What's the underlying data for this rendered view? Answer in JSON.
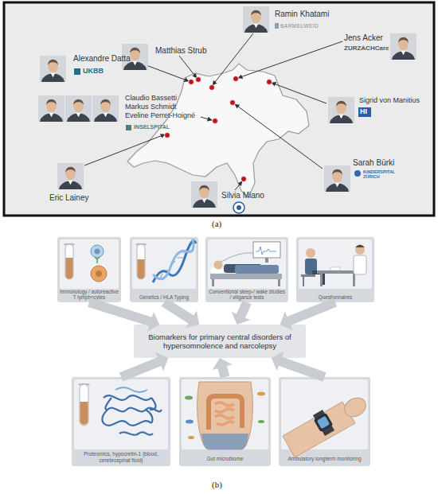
{
  "diagram": {
    "nodes": [
      {
        "text": [
          "Immunology / autoreactive T lymphocytes"
        ]
      },
      {
        "text": [
          "Genetics / HLA Typing"
        ]
      },
      {
        "text": [
          "Conventional sleep-/ wake studies / viligance tests"
        ]
      },
      {
        "text": [
          "Questionnaires"
        ]
      },
      {
        "text": [
          "Biomarkers for primary central disorders of hypersomnolence and narcolepsy"
        ]
      },
      {
        "text": [
          "Proteomics, hypocretin-1 (blood, cerebrospinal fluid)"
        ]
      },
      {
        "text": [
          "Gut microbiome"
        ]
      },
      {
        "text": [
          "Ambulatory longterm monitoring"
        ]
      }
    ],
    "edges": [
      {
        "from": 0,
        "to": 4,
        "arrow": "to"
      },
      {
        "from": 1,
        "to": 4,
        "arrow": "to"
      },
      {
        "from": 2,
        "to": 4,
        "arrow": "to"
      },
      {
        "from": 3,
        "to": 4,
        "arrow": "to"
      },
      {
        "from": 5,
        "to": 4,
        "arrow": "to"
      },
      {
        "from": 6,
        "to": 4,
        "arrow": "to"
      },
      {
        "from": 7,
        "to": 4,
        "arrow": "to"
      }
    ],
    "labels": [
      "Alexandre Datta",
      "UKBB",
      "Matthias Strub",
      "Ramin Khatami",
      "BARMELWEID",
      "Jens Acker",
      "ZURZACHCare",
      "Claudio Bassetti",
      "Markus Schmidt",
      "Eveline Perret-Hoigné",
      "INSELSPITAL",
      "Sigrid von Manitius",
      "HI",
      "Eric Lainey",
      "Sarah Bürki",
      "KINDERSPITAL ZÜRICH",
      "Silvia Miano",
      "(a)",
      "(b)"
    ]
  }
}
